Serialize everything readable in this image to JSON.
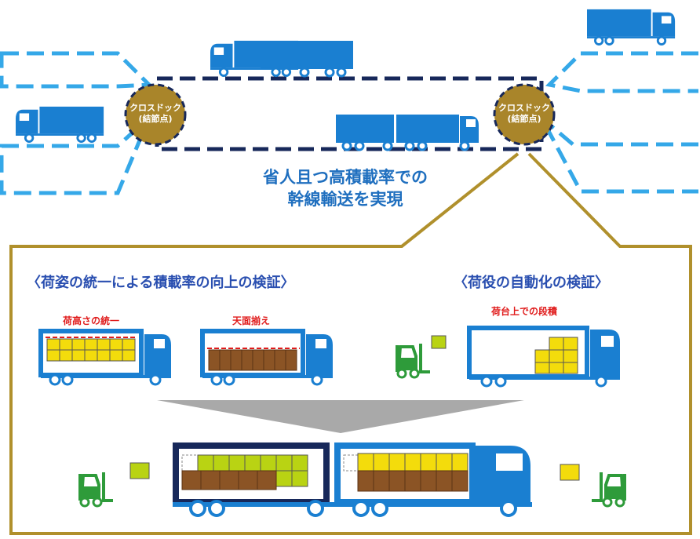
{
  "crossdock": {
    "left": {
      "line1": "クロスドック",
      "line2": "(結節点)"
    },
    "right": {
      "line1": "クロスドック",
      "line2": "(結節点)"
    }
  },
  "headline": {
    "line1": "省人且つ高積載率での",
    "line2": "幹線輸送を実現"
  },
  "sections": {
    "left_title": "〈荷姿の統一による積載率の向上の検証〉",
    "right_title": "〈荷役の自動化の検証〉"
  },
  "labels": {
    "height_unify": "荷高さの統一",
    "top_align": "天面揃え",
    "stacking": "荷台上での段積"
  },
  "colors": {
    "truck_blue": "#1a7fd1",
    "route_dark": "#17285a",
    "route_light": "#35a8e8",
    "dock_gold": "#a9852a",
    "frame_gold": "#b0902c",
    "cargo_yellow": "#f3dc0c",
    "cargo_lime": "#b9d313",
    "cargo_brown": "#8b5425",
    "forklift_green": "#2e9b3a",
    "arrow_gray": "#a9a9a9",
    "red_line": "#e01b1b"
  },
  "icons": [
    "truck-icon",
    "forklift-icon",
    "cargo-box-icon",
    "down-arrow-icon"
  ]
}
